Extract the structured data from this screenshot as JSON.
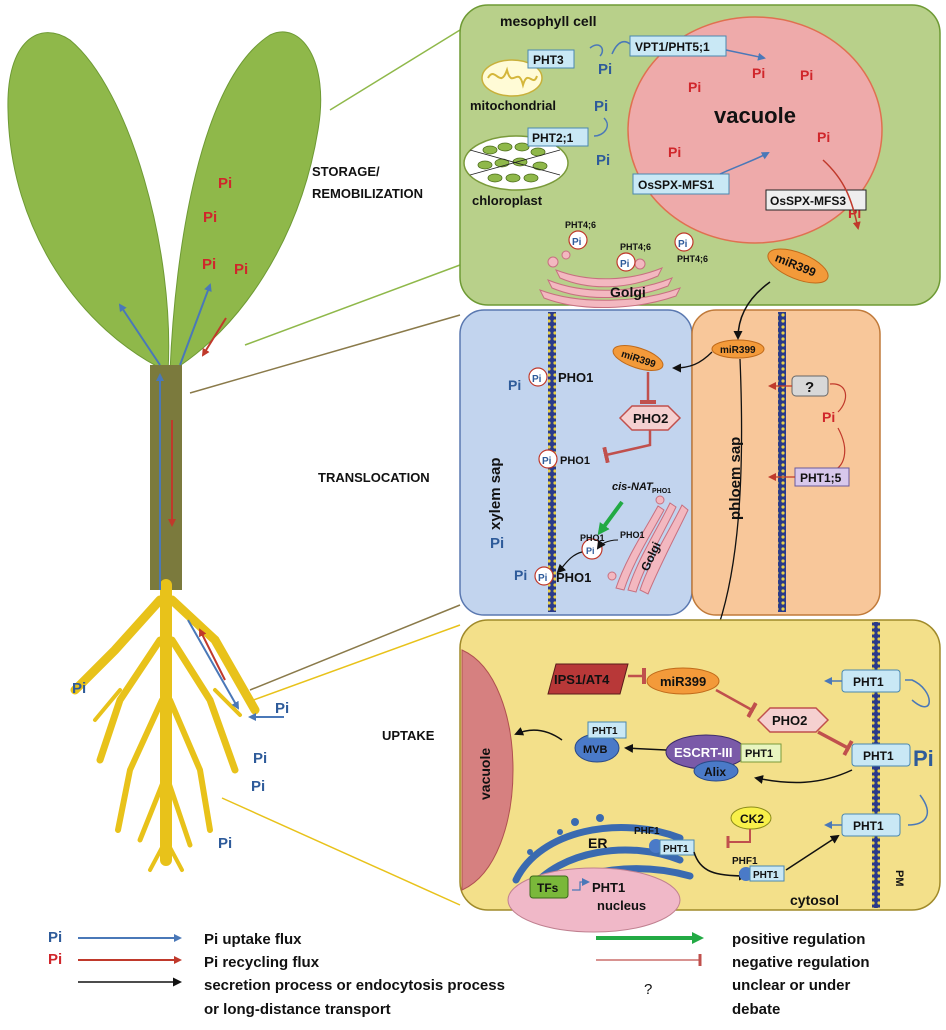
{
  "colors": {
    "pi_blue": "#2e5b9a",
    "pi_red": "#d0262b",
    "leaf_green": "#8fb84a",
    "stem_brown": "#7b7a3d",
    "root_yellow": "#e8c21a",
    "mesophyll_green": "#b8d08a",
    "xylem_blue": "#c2d4ee",
    "phloem_orange": "#f8c79a",
    "uptake_yellow": "#f3e08a",
    "vacuole_pink": "#eeaaaa",
    "transporter_box": "#c9e8f5",
    "positive_green": "#22aa44",
    "negative_red": "#c0504d"
  },
  "common": {
    "pi": "Pi"
  },
  "stage_labels": {
    "storage": "STORAGE/",
    "storage2": "REMOBILIZATION",
    "translocation": "TRANSLOCATION",
    "uptake": "UPTAKE"
  },
  "mesophyll": {
    "title": "mesophyll cell",
    "pht3": "PHT3",
    "mitochondrial": "mitochondrial",
    "pht21": "PHT2;1",
    "chloroplast": "chloroplast",
    "vpt1": "VPT1/PHT5;1",
    "vacuole": "vacuole",
    "osspx_mfs1": "OsSPX-MFS1",
    "osspx_mfs3": "OsSPX-MFS3",
    "pht46": "PHT4;6",
    "golgi": "Golgi",
    "mir399": "miR399"
  },
  "xylem": {
    "sap_label": "xylem sap",
    "pho1": "PHO1",
    "pho2": "PHO2",
    "mir399": "miR399",
    "cis_nat": "cis-NAT",
    "cis_nat_sub": "PHO1",
    "golgi": "Golgi"
  },
  "phloem": {
    "sap_label": "phloem sap",
    "mir399": "miR399",
    "unknown": "?",
    "pht15": "PHT1;5"
  },
  "uptake": {
    "ips1": "IPS1/AT4",
    "mir399": "miR399",
    "pho2": "PHO2",
    "pht1": "PHT1",
    "vacuole": "vacuole",
    "mvb": "MVB",
    "escrt": "ESCRT-III",
    "alix": "Alix",
    "ck2": "CK2",
    "phf1": "PHF1",
    "er": "ER",
    "tfs": "TFs",
    "nucleus": "nucleus",
    "cytosol": "cytosol",
    "pm": "PM"
  },
  "legend": {
    "uptake_flux": "Pi uptake flux",
    "recycling_flux": "Pi recycling flux",
    "secretion_line1": "secretion process or endocytosis process",
    "secretion_line2": "or long-distance transport",
    "positive": "positive regulation",
    "negative": "negative regulation",
    "question": "?",
    "unclear_line1": "unclear or under",
    "unclear_line2": "debate"
  }
}
